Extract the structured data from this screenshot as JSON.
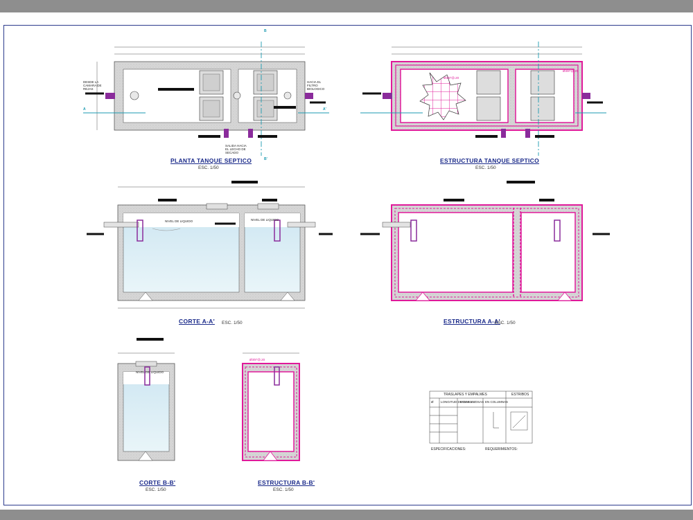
{
  "colors": {
    "frame": "#2b3a8c",
    "concrete": "#d2d2d2",
    "water": "#d8ecf4",
    "rebar": "#e0199a",
    "pipe": "#8a2b9b",
    "cyan": "#1a9ab0",
    "title": "#1a2a8a"
  },
  "views": {
    "planta": {
      "title": "PLANTA TANQUE SEPTICO",
      "scale": "ESC. 1/50"
    },
    "estructura_planta": {
      "title": "ESTRUCTURA TANQUE SEPTICO",
      "scale": "ESC. 1/50"
    },
    "corte_aa": {
      "title": "CORTE A-A'",
      "scale": "ESC. 1/50"
    },
    "estructura_aa": {
      "title": "ESTRUCTURA A-A'",
      "scale": "ESC. 1/50"
    },
    "corte_bb": {
      "title": "CORTE B-B'",
      "scale": "ESC. 1/50"
    },
    "estructura_bb": {
      "title": "ESTRUCTURA B-B'",
      "scale": "ESC. 1/50"
    }
  },
  "section_marks": {
    "b": "B",
    "b_prime": "B'",
    "a": "A",
    "a_prime": "A'"
  },
  "labels": {
    "desde": "DESDE LA\nCAMARA DE\nREJAS",
    "hacia": "HACIA EL\nFILTRO\nBIOLOGICO",
    "salida": "SALIDA HACIA\nEL LECHO DE\nSECADO",
    "nivel": "NIVEL DE LIQUIDO",
    "nivel2": "NIVEL DE LIQUIDO",
    "nivel3": "NIVEL DE LIQUIDO",
    "rebar1": "Ø3/8\"@.20",
    "rebar2": "Ø3/8\"@.25",
    "rebar3": "Ø3/8\"@.20"
  },
  "table": {
    "title": "TRASLAPES Y EMPALMES",
    "title2": "ESTRIBOS",
    "cols": [
      "Ø",
      "LONGITUD DE DOBLEZ",
      "VIGAS Y LOSAS",
      "EN COLUMNAS"
    ],
    "specs": "ESPECIFICACIONES:",
    "reqs": "REQUERIMIENTOS:"
  }
}
